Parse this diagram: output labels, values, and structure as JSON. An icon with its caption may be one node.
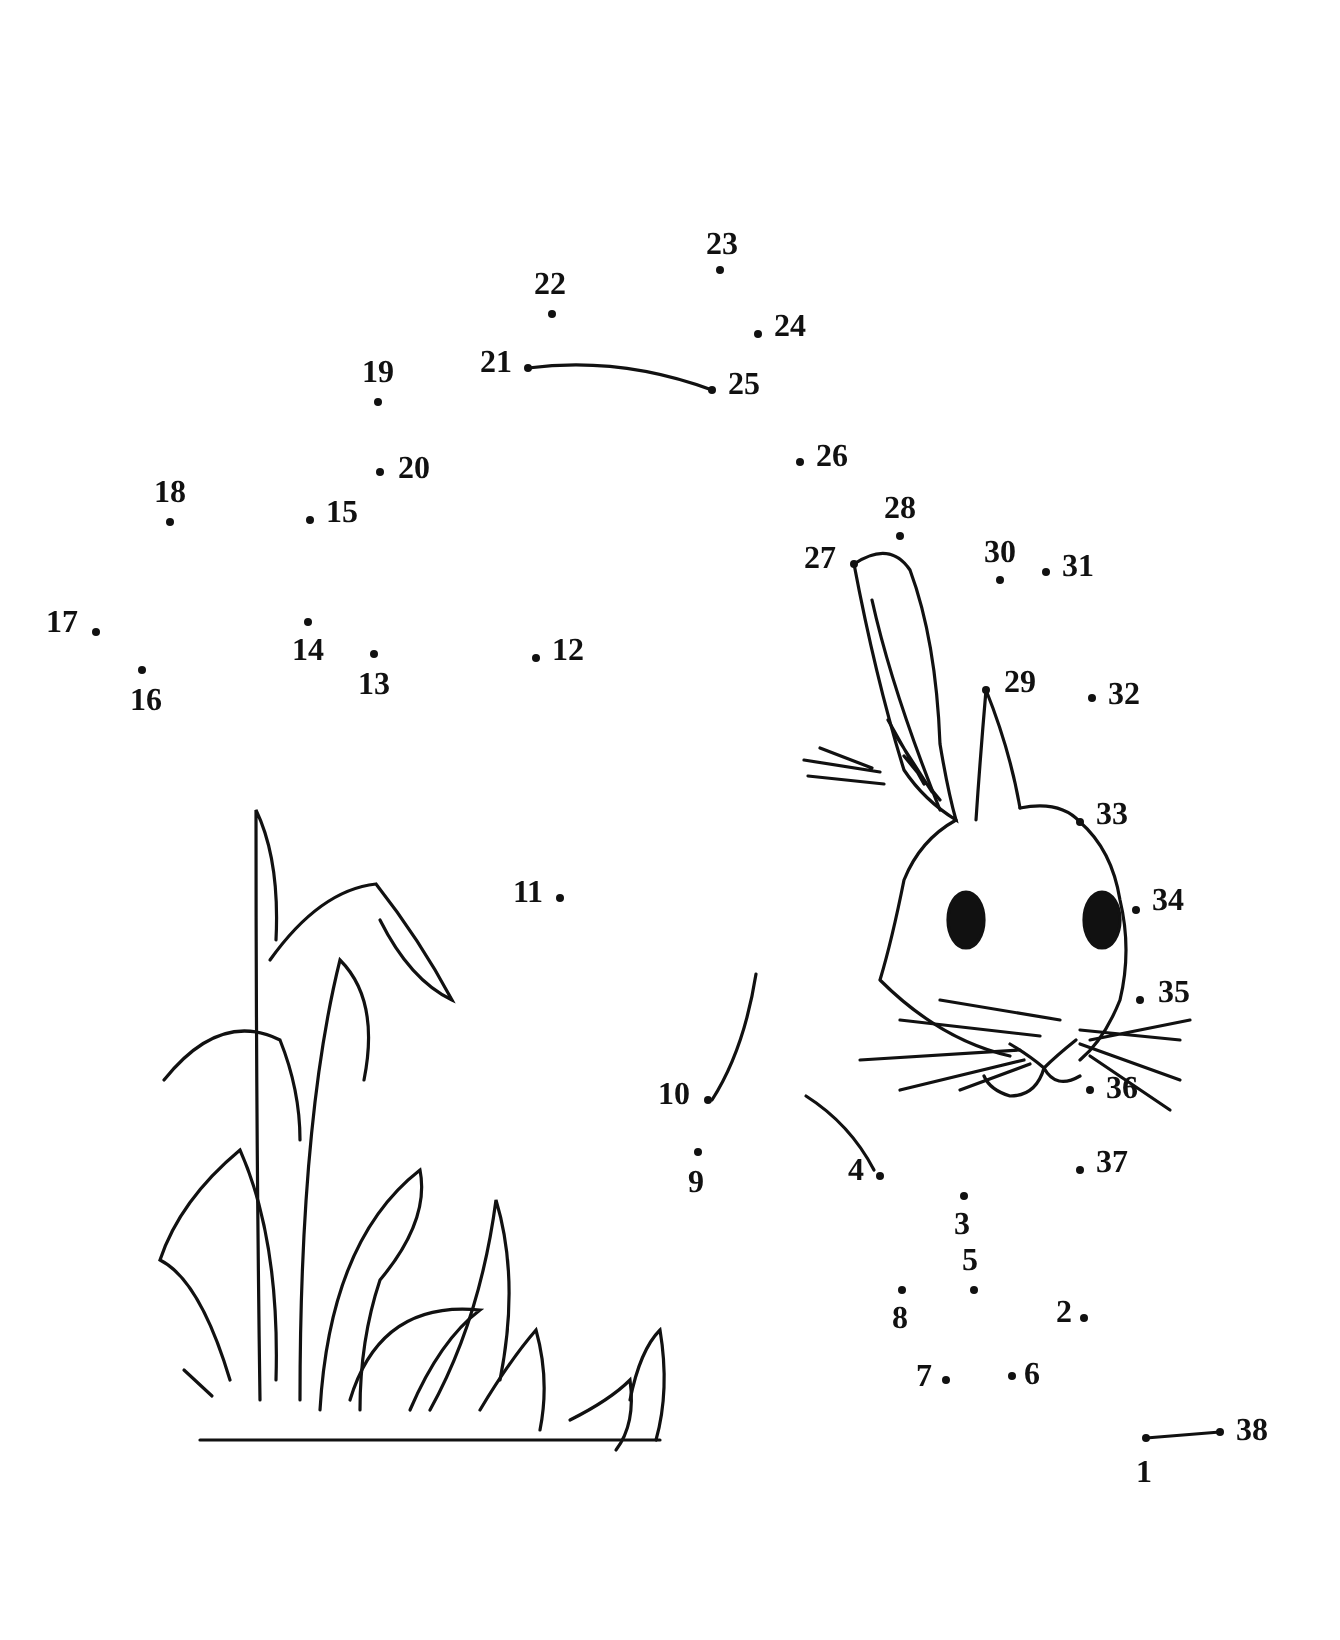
{
  "diagram": {
    "labels": [
      "23",
      "22",
      "24",
      "21",
      "19",
      "25",
      "26",
      "20",
      "18",
      "28",
      "15",
      "30",
      "31",
      "27",
      "17",
      "12",
      "14",
      "13",
      "29",
      "32",
      "16",
      "33",
      "11",
      "34",
      "35",
      "10",
      "36",
      "37",
      "4",
      "9",
      "3",
      "5",
      "2",
      "8",
      "7",
      "6",
      "38",
      "1"
    ]
  }
}
